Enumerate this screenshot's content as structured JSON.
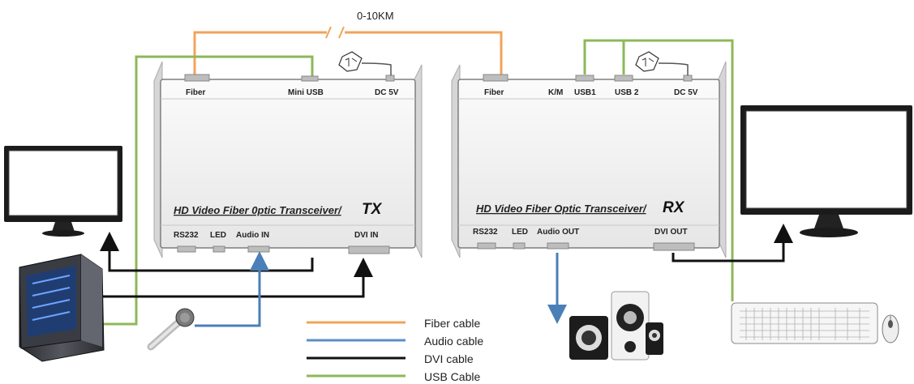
{
  "distance": "0-10KM",
  "tx": {
    "title": "HD Video Fiber 0ptic Transceiver/",
    "badge": "TX",
    "top_ports": [
      "Fiber",
      "Mini USB",
      "DC 5V"
    ],
    "bottom_ports": [
      "RS232",
      "LED",
      "Audio IN",
      "DVI IN"
    ]
  },
  "rx": {
    "title": "HD Video Fiber Optic Transceiver/",
    "badge": "RX",
    "top_ports": [
      "Fiber",
      "K/M",
      "USB1",
      "USB 2",
      "DC 5V"
    ],
    "bottom_ports": [
      "RS232",
      "LED",
      "Audio OUT",
      "DVI OUT"
    ]
  },
  "legend": [
    {
      "label": "Fiber cable",
      "color": "#F0A45A"
    },
    {
      "label": "Audio cable",
      "color": "#5A8FC9"
    },
    {
      "label": "DVI cable",
      "color": "#111111"
    },
    {
      "label": "USB Cable",
      "color": "#8DB85A"
    }
  ]
}
